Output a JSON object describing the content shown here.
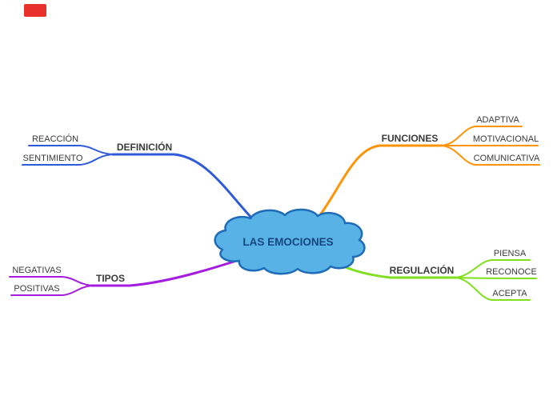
{
  "marker": {
    "color": "#e8312a"
  },
  "map": {
    "center": {
      "label": "LAS EMOCIONES",
      "fill": "#58b2e6",
      "stroke": "#1e6cb8",
      "text_color": "#14477e"
    },
    "branches": [
      {
        "id": "definicion",
        "label": "DEFINICIÓN",
        "color": "#2f5ada",
        "children": [
          {
            "label": "REACCIÓN"
          },
          {
            "label": "SENTIMIENTO"
          }
        ]
      },
      {
        "id": "funciones",
        "label": "FUNCIONES",
        "color": "#ff9408",
        "children": [
          {
            "label": "ADAPTIVA"
          },
          {
            "label": "MOTIVACIONAL"
          },
          {
            "label": "COMUNICATIVA"
          }
        ]
      },
      {
        "id": "tipos",
        "label": "TIPOS",
        "color": "#a51ce0",
        "children": [
          {
            "label": "NEGATIVAS"
          },
          {
            "label": "POSITIVAS"
          }
        ]
      },
      {
        "id": "regulacion",
        "label": "REGULACIÓN",
        "color": "#80e01e",
        "children": [
          {
            "label": "PIENSA"
          },
          {
            "label": "RECONOCE"
          },
          {
            "label": "ACEPTA"
          }
        ]
      }
    ]
  }
}
